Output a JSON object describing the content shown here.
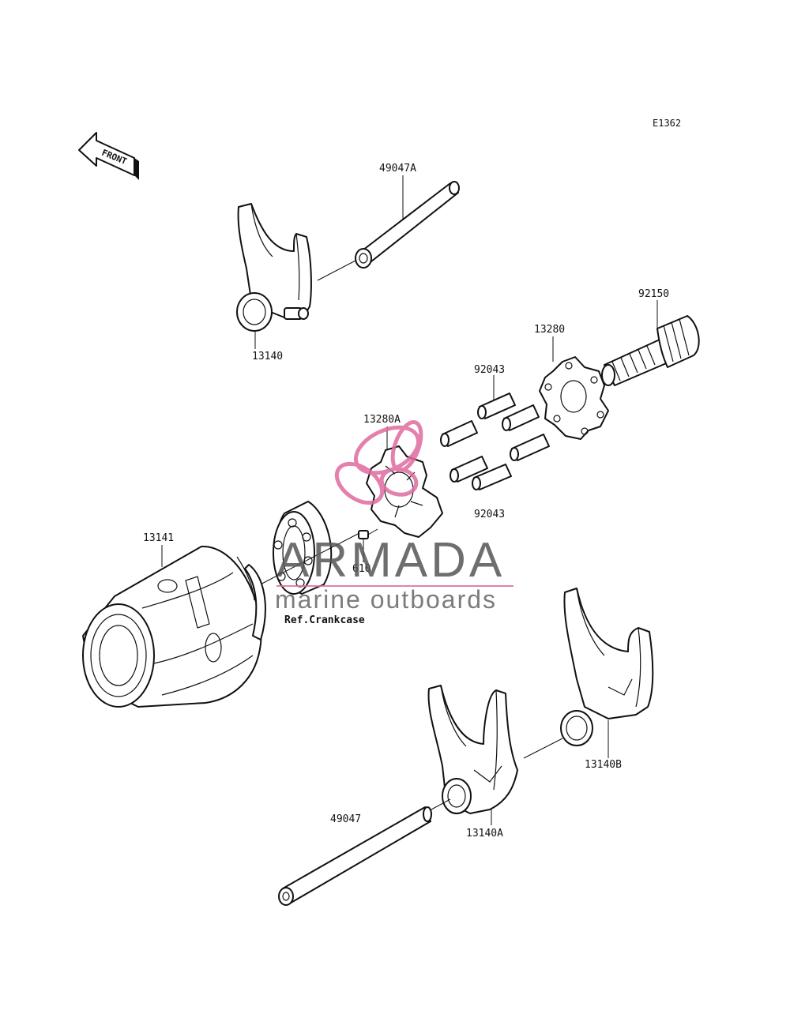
{
  "diagram_id": "E1362",
  "direction_label": "FRONT",
  "reference_note": "Ref.Crankcase",
  "parts": {
    "p49047A": "49047A",
    "p13140": "13140",
    "p92150": "92150",
    "p13280": "13280",
    "p92043_top": "92043",
    "p13280A": "13280A",
    "p92043_bottom": "92043",
    "p13141": "13141",
    "p610": "610",
    "p13140B": "13140B",
    "p49047": "49047",
    "p13140A": "13140A"
  },
  "watermark": {
    "brand": "ARMADA",
    "tagline": "marine outboards",
    "accent_color": "#e06aa0",
    "text_color": "#555555"
  }
}
